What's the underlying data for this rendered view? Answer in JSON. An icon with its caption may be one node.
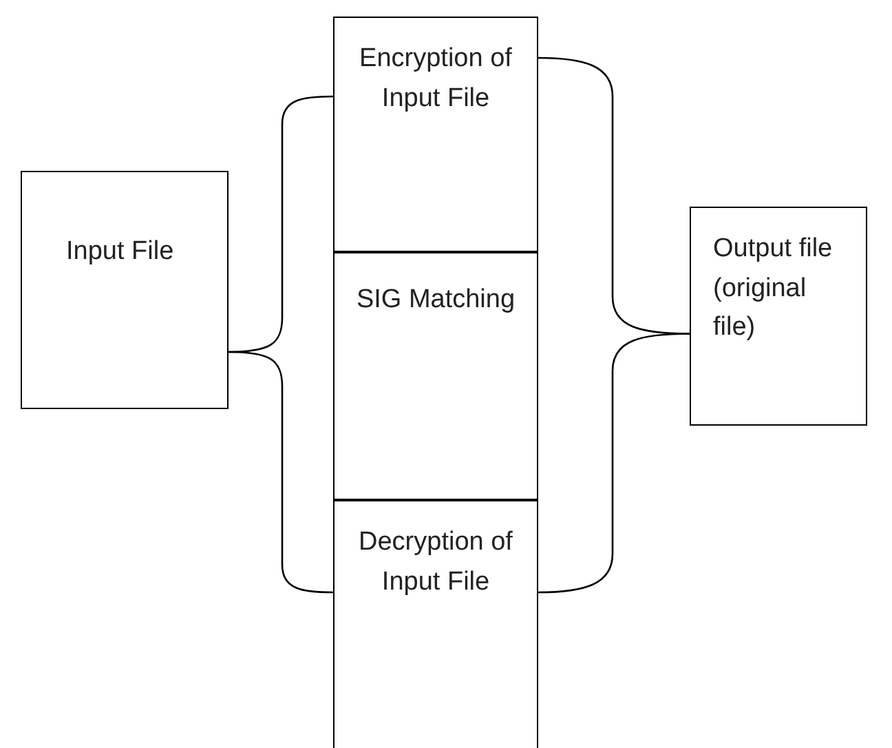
{
  "diagram": {
    "nodes": [
      {
        "text": [
          "Input File"
        ]
      },
      {
        "text": [
          "Encryption of Input File"
        ]
      },
      {
        "text": [
          "SIG Matching"
        ]
      },
      {
        "text": [
          "Decryption of Input File"
        ]
      },
      {
        "text": [
          "Output file (original file)"
        ]
      }
    ],
    "edges": [
      {
        "from": 0,
        "to": 1,
        "arrow": "none"
      },
      {
        "from": 0,
        "to": 3,
        "arrow": "none"
      },
      {
        "from": 1,
        "to": 4,
        "arrow": "none"
      },
      {
        "from": 3,
        "to": 4,
        "arrow": "none"
      }
    ]
  }
}
